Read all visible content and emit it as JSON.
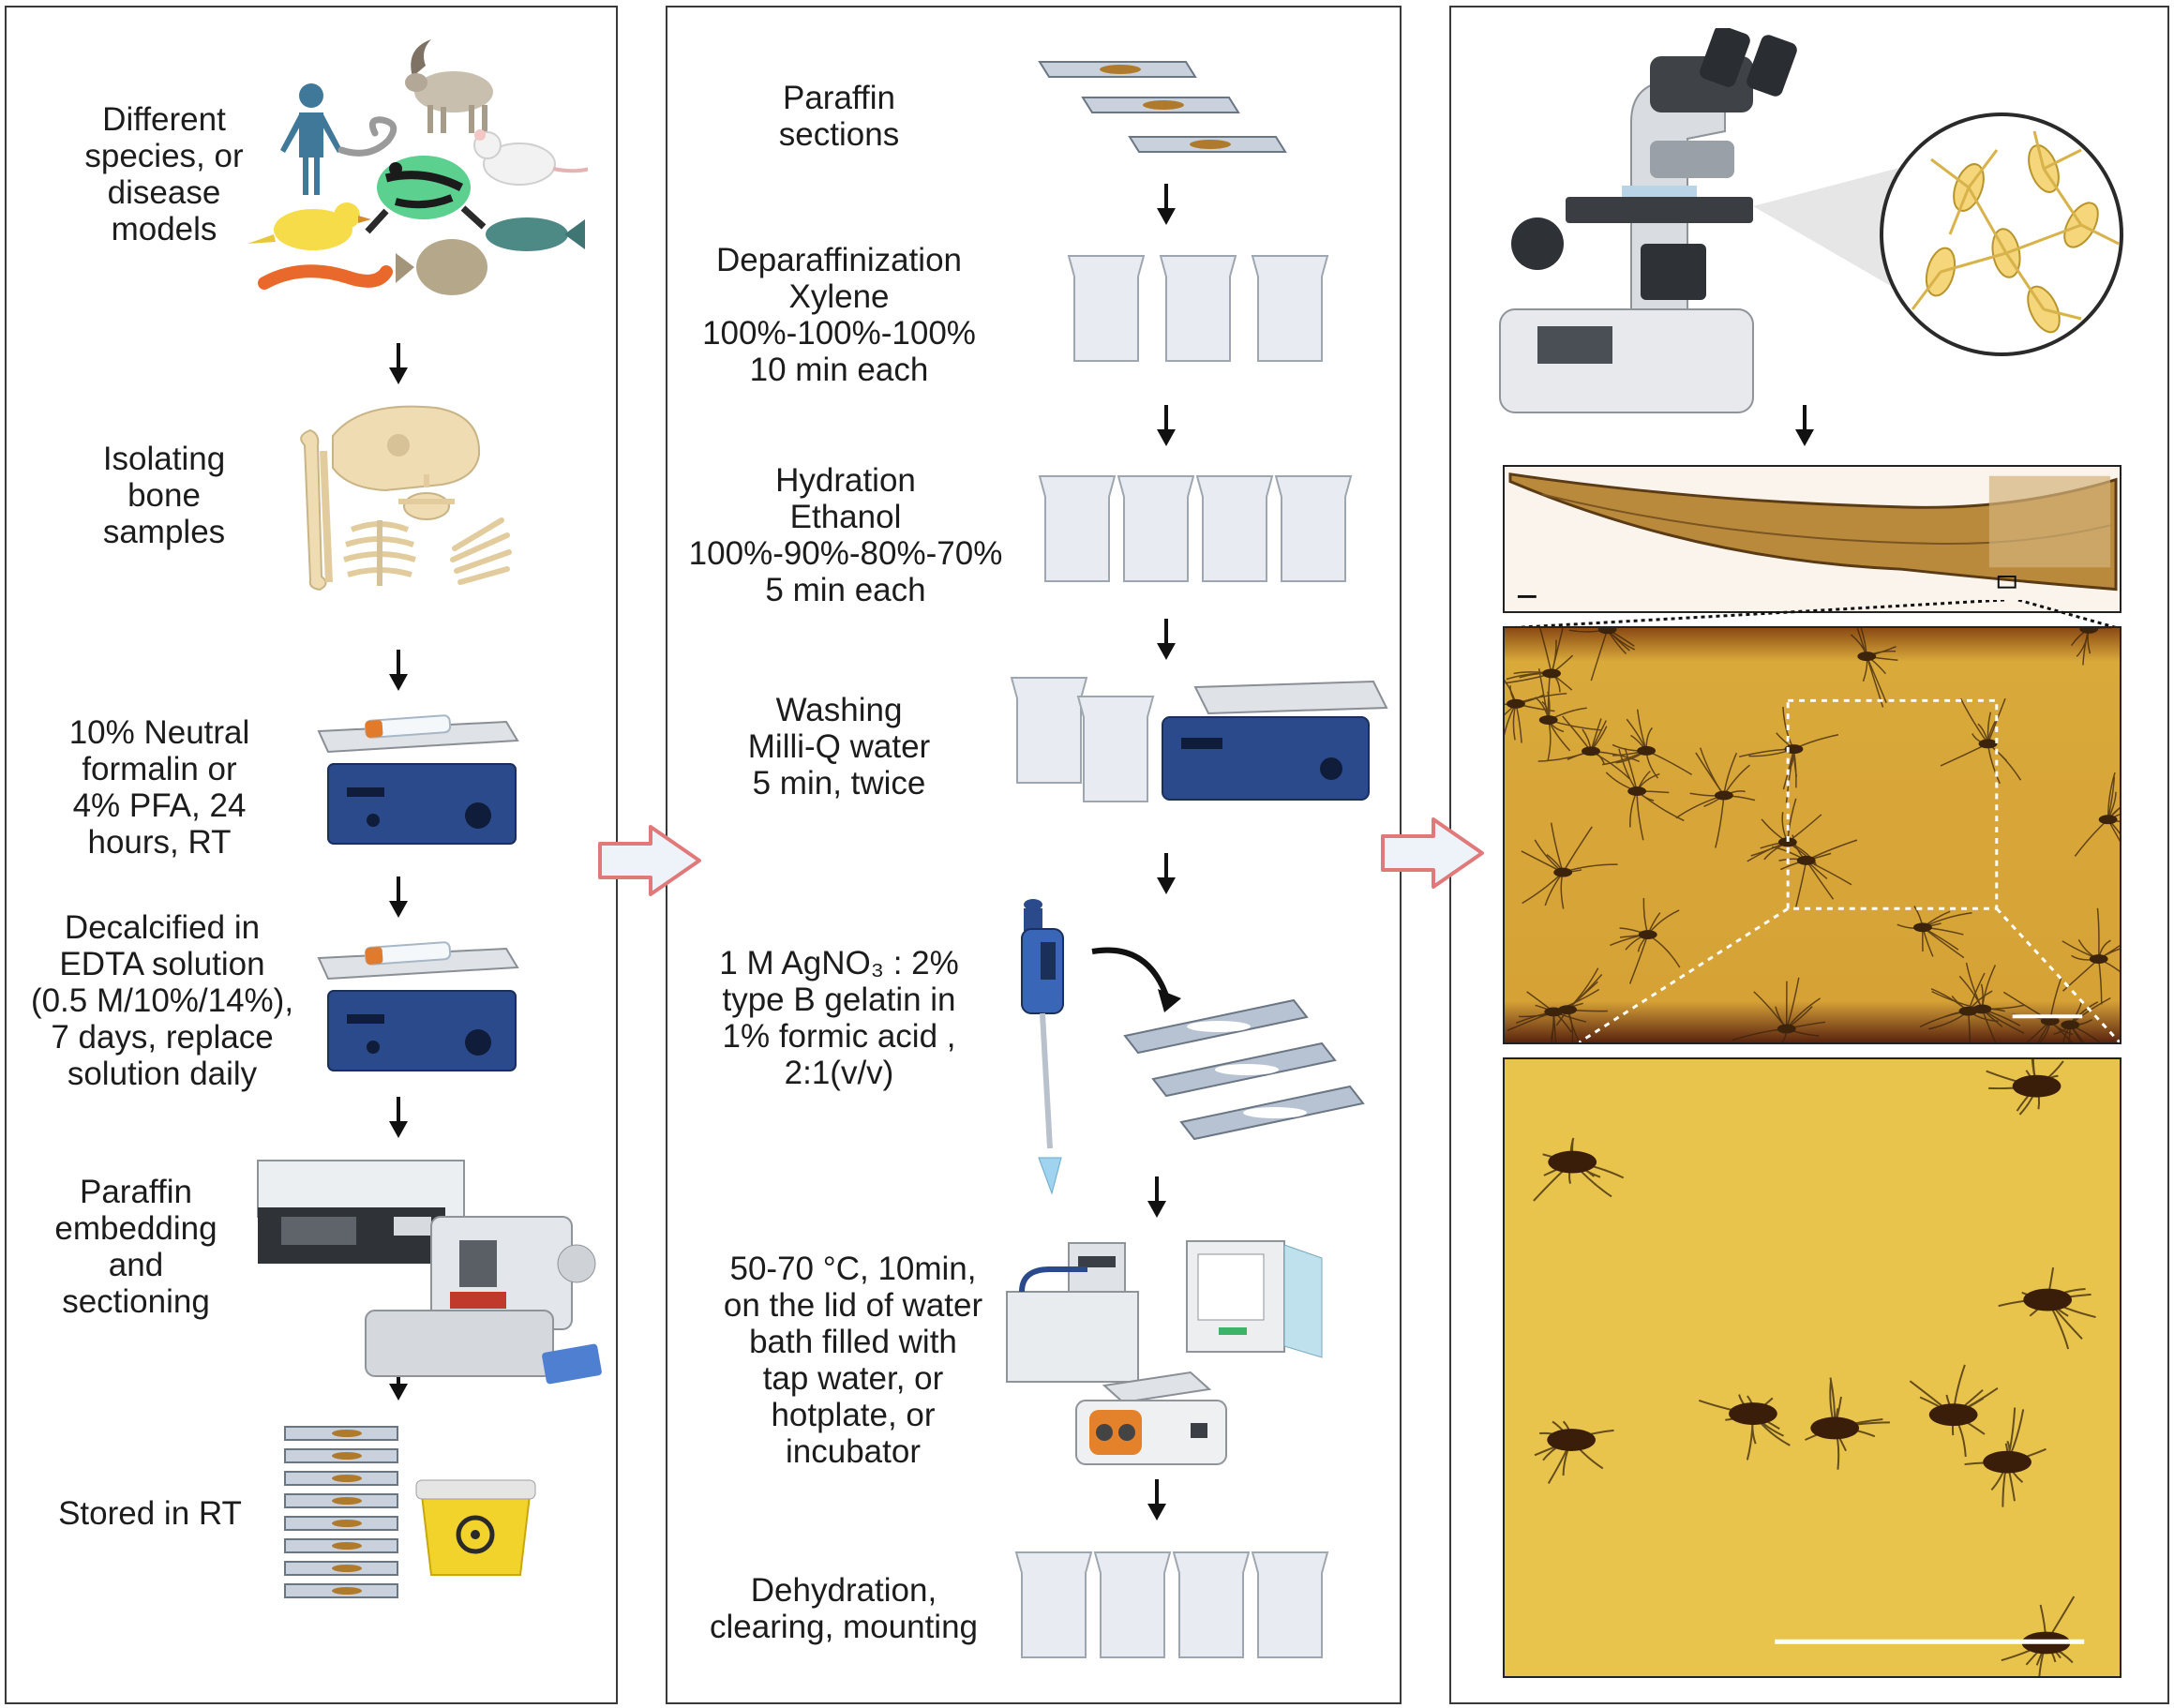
{
  "left_panel": {
    "steps": [
      {
        "label": "Different\nspecies, or\ndisease\nmodels"
      },
      {
        "label": "Isolating\nbone\nsamples"
      },
      {
        "label": "10% Neutral\nformalin or\n4% PFA, 24\nhours, RT"
      },
      {
        "label": "Decalcified in\nEDTA solution\n(0.5 M/10%/14%),\n7 days, replace\nsolution daily"
      },
      {
        "label": "Paraffin\nembedding\nand\nsectioning"
      },
      {
        "label": "Stored in RT"
      }
    ]
  },
  "middle_panel": {
    "steps": [
      {
        "label": "Paraffin\nsections"
      },
      {
        "label": "Deparaffinization\nXylene\n100%-100%-100%\n10 min each"
      },
      {
        "label": "Hydration\nEthanol\n100%-90%-80%-70%\n5 min each"
      },
      {
        "label": "Washing\nMilli-Q water\n5 min, twice"
      },
      {
        "label": "1 M AgNO₃ : 2%\ntype B gelatin in\n1% formic acid ,\n2:1(v/v)"
      },
      {
        "label": "50-70 °C, 10min,\non the lid of water\nbath filled with\ntap water, or\nhotplate, or\nincubator"
      },
      {
        "label": "Dehydration,\nclearing, mounting"
      }
    ]
  },
  "colors": {
    "panel_border": "#3a3a3a",
    "arrow_fill": "#eef3fa",
    "arrow_stroke": "#e07a7a",
    "stain_gold": "#d9a93a",
    "stain_dark": "#3b230c",
    "cell_yellow": "#f5d67a",
    "instrument_blue": "#2b4a8c",
    "glass": "#e8ecf2"
  },
  "icons": [
    "human-icon",
    "goat-icon",
    "snake-icon",
    "frog-icon",
    "rat-icon",
    "bird-icon",
    "fish-icon",
    "newt-icon",
    "flatfish-icon",
    "skull-icon",
    "bone-icon",
    "vertebra-icon",
    "ribcage-icon",
    "foot-bones-icon",
    "shaker-icon",
    "microtome-icon",
    "embedder-icon",
    "slide-stack-icon",
    "biohazard-bin-icon",
    "slide-icon",
    "staining-jar-icon",
    "hotplate-icon",
    "pipette-icon",
    "curved-arrow-icon",
    "water-bath-icon",
    "incubator-icon",
    "microscope-icon",
    "osteocyte-network-icon"
  ]
}
